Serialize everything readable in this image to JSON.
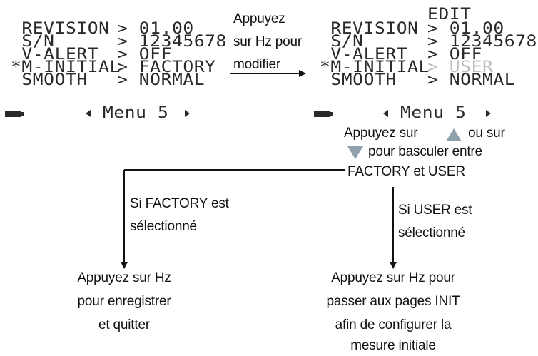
{
  "left_screen": {
    "rows": [
      {
        "label": " REVISION",
        "value": "> 01.00"
      },
      {
        "label": " S/N",
        "value": "> 12345678"
      },
      {
        "label": " V-ALERT",
        "value": "> OFF"
      },
      {
        "label": "*M-INITIAL",
        "value": "> FACTORY"
      },
      {
        "label": " SMOOTH",
        "value": "> NORMAL"
      }
    ],
    "menu_label": "Menu 5"
  },
  "right_screen": {
    "edit_label": "EDIT",
    "rows": [
      {
        "label": " REVISION",
        "value": "> 01.00"
      },
      {
        "label": " S/N",
        "value": "> 12345678"
      },
      {
        "label": " V-ALERT",
        "value": "> OFF"
      },
      {
        "label": "*M-INITIAL",
        "value": "> USER"
      },
      {
        "label": " SMOOTH",
        "value": "> NORMAL"
      }
    ],
    "menu_label": "Menu 5"
  },
  "instructions": {
    "press_hz_modify": [
      "Appuyez",
      "sur Hz pour",
      "modifier"
    ],
    "toggle": {
      "line1_pre": "Appuyez sur",
      "line1_post": "ou sur",
      "line2": "pour basculer entre",
      "line3": "FACTORY et USER"
    },
    "if_factory": [
      "Si FACTORY est",
      "sélectionné"
    ],
    "if_user": [
      "Si USER est",
      "sélectionné"
    ],
    "save_exit": [
      "Appuyez sur Hz",
      "pour enregistrer",
      "et quitter"
    ],
    "init_pages": [
      "Appuyez sur Hz pour",
      "passer aux pages INIT",
      "afin de configurer la",
      "mesure initiale"
    ]
  },
  "colors": {
    "arrow_icon": "#8fa1ad",
    "lcd_text": "#2a2a2a",
    "lcd_dim": "#bdbdbd"
  },
  "icons": [
    "battery-icon",
    "left-arrow-icon",
    "right-arrow-icon",
    "up-arrow-icon",
    "down-arrow-icon"
  ]
}
